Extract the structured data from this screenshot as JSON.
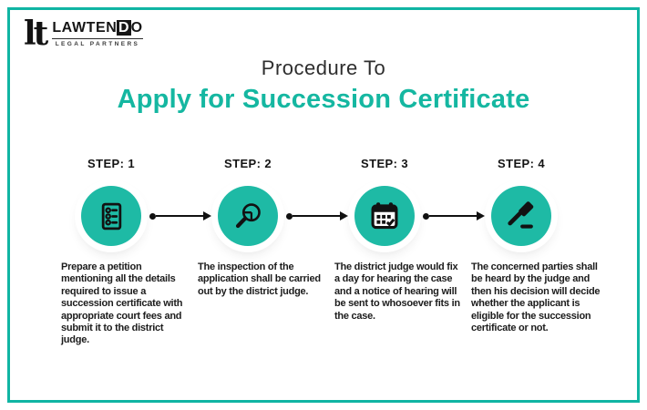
{
  "logo": {
    "monogram": "lt",
    "name_prefix": "LAWTEN",
    "name_inverted": "D",
    "name_suffix": "O",
    "tagline": "LEGAL PARTNERS"
  },
  "title": {
    "line1": "Procedure To",
    "line2": "Apply for Succession Certificate"
  },
  "colors": {
    "accent_teal": "#15B7A1",
    "circle_teal": "#1EBAA5",
    "frame_teal": "#10B5A3",
    "text_dark": "#1C1C1C"
  },
  "steps": [
    {
      "label": "STEP: 1",
      "icon": "petition-list-icon",
      "description": "Prepare a petition mentioning all the details required to issue a succession certificate with appropriate court fees and submit it to the district judge."
    },
    {
      "label": "STEP: 2",
      "icon": "magnifier-inspection-icon",
      "description": "The inspection of the application shall be carried out by the district judge."
    },
    {
      "label": "STEP: 3",
      "icon": "calendar-hearing-icon",
      "description": "The district judge would fix a day for hearing the case and a notice of hearing will be sent to whosoever fits in the case."
    },
    {
      "label": "STEP: 4",
      "icon": "gavel-judgement-icon",
      "description": "The concerned parties shall be heard by the judge and then his decision will decide whether the applicant is eligible for the succession certificate or not."
    }
  ]
}
